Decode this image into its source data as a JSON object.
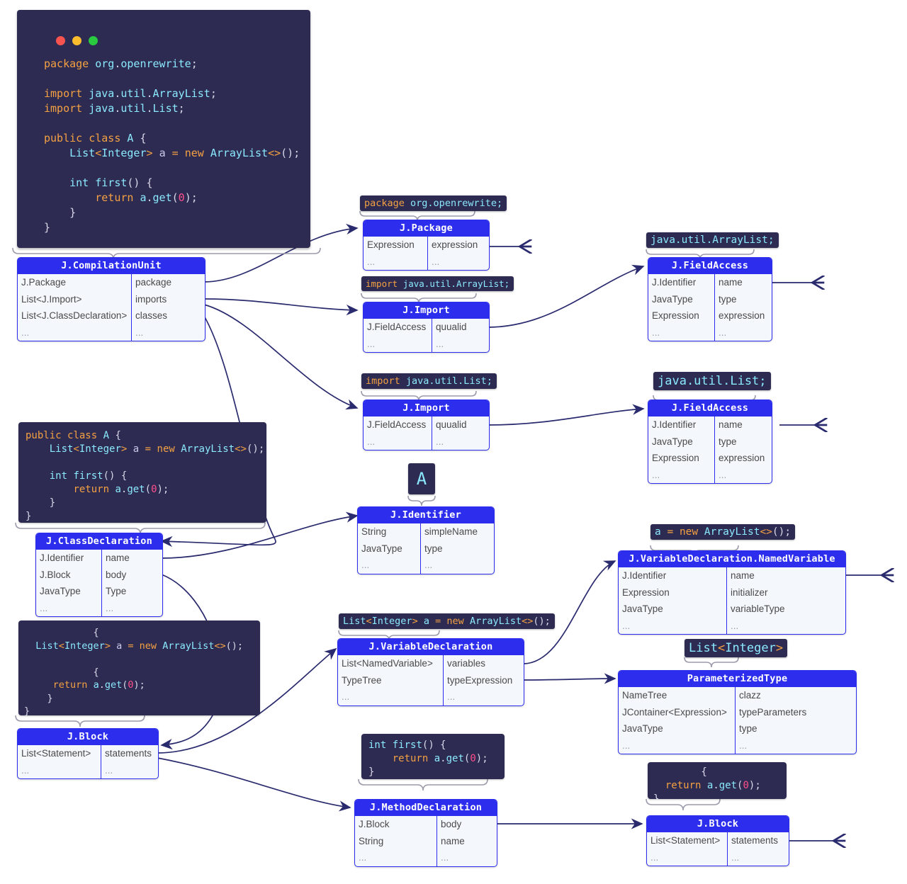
{
  "diagram": {
    "title": "OpenRewrite Java LST structure",
    "accent": "#2d2ded",
    "code_bg": "#2d2b52",
    "node_bg": "#f4f7fc",
    "edge_color": "#2a2a6e"
  },
  "main_code_window": {
    "window_controls": [
      "close-dot",
      "minimize-dot",
      "maximize-dot"
    ],
    "lines": [
      "package org.openrewrite;",
      "",
      "import java.util.ArrayList;",
      "import java.util.List;",
      "",
      "public class A {",
      "    List<Integer> a = new ArrayList<>();",
      "",
      "    int first() {",
      "        return a.get(0);",
      "    }",
      "}"
    ]
  },
  "class_code_window": {
    "lines": [
      "public class A {",
      "    List<Integer> a = new ArrayList<>();",
      "",
      "    int first() {",
      "        return a.get(0);",
      "    }",
      "}"
    ]
  },
  "block_code_window": {
    "lines": [
      "            {",
      "  List<Integer> a = new ArrayList<>();",
      "",
      "            {",
      "     return a.get(0);",
      "    }",
      "}"
    ]
  },
  "method_code_window": {
    "lines": [
      "int first() {",
      "    return a.get(0);",
      "}"
    ]
  },
  "method_block_code_window": {
    "lines": [
      "        {",
      "  return a.get(0);",
      "}"
    ]
  },
  "chips": {
    "package_stmt": "package org.openrewrite;",
    "import_arraylist_stmt": "import java.util.ArrayList;",
    "import_list_stmt": "import java.util.List;",
    "fqn_arraylist": "java.util.ArrayList;",
    "fqn_list": "java.util.List;",
    "identifier_a": "A",
    "assignment": "a = new ArrayList<>();",
    "variable_decl": "List<Integer> a = new ArrayList<>();",
    "parameterized_type": "List<Integer>"
  },
  "nodes": [
    {
      "id": "compilation-unit",
      "title": "J.CompilationUnit",
      "rows": [
        [
          "J.Package",
          "package"
        ],
        [
          "List<J.Import>",
          "imports"
        ],
        [
          "List<J.ClassDeclaration>",
          "classes"
        ],
        [
          "...",
          "..."
        ]
      ]
    },
    {
      "id": "package",
      "title": "J.Package",
      "rows": [
        [
          "Expression",
          "expression"
        ],
        [
          "...",
          "..."
        ]
      ]
    },
    {
      "id": "import-arraylist",
      "title": "J.Import",
      "rows": [
        [
          "J.FieldAccess",
          "quualid"
        ],
        [
          "...",
          "..."
        ]
      ]
    },
    {
      "id": "fieldaccess-arraylist",
      "title": "J.FieldAccess",
      "rows": [
        [
          "J.Identifier",
          "name"
        ],
        [
          "JavaType",
          "type"
        ],
        [
          "Expression",
          "expression"
        ],
        [
          "...",
          "..."
        ]
      ]
    },
    {
      "id": "import-list",
      "title": "J.Import",
      "rows": [
        [
          "J.FieldAccess",
          "quualid"
        ],
        [
          "...",
          "..."
        ]
      ]
    },
    {
      "id": "fieldaccess-list",
      "title": "J.FieldAccess",
      "rows": [
        [
          "J.Identifier",
          "name"
        ],
        [
          "JavaType",
          "type"
        ],
        [
          "Expression",
          "expression"
        ],
        [
          "...",
          "..."
        ]
      ]
    },
    {
      "id": "identifier",
      "title": "J.Identifier",
      "rows": [
        [
          "String",
          "simpleName"
        ],
        [
          "JavaType",
          "type"
        ],
        [
          "...",
          "..."
        ]
      ]
    },
    {
      "id": "class-declaration",
      "title": "J.ClassDeclaration",
      "rows": [
        [
          "J.Identifier",
          "name"
        ],
        [
          "J.Block",
          "body"
        ],
        [
          "JavaType",
          "Type"
        ],
        [
          "...",
          "..."
        ]
      ]
    },
    {
      "id": "named-variable",
      "title": "J.VariableDeclaration.NamedVariable",
      "rows": [
        [
          "J.Identifier",
          "name"
        ],
        [
          "Expression",
          "initializer"
        ],
        [
          "JavaType",
          "variableType"
        ],
        [
          "...",
          "..."
        ]
      ]
    },
    {
      "id": "variable-declaration",
      "title": "J.VariableDeclaration",
      "rows": [
        [
          "List<NamedVariable>",
          "variables"
        ],
        [
          "TypeTree",
          "typeExpression"
        ],
        [
          "...",
          "..."
        ]
      ]
    },
    {
      "id": "parameterized-type",
      "title": "ParameterizedType",
      "rows": [
        [
          "NameTree",
          "clazz"
        ],
        [
          "JContainer<Expression>",
          "typeParameters"
        ],
        [
          "JavaType",
          "type"
        ],
        [
          "...",
          "..."
        ]
      ]
    },
    {
      "id": "block-class",
      "title": "J.Block",
      "rows": [
        [
          "List<Statement>",
          "statements"
        ],
        [
          "...",
          "..."
        ]
      ]
    },
    {
      "id": "method-declaration",
      "title": "J.MethodDeclaration",
      "rows": [
        [
          "J.Block",
          "body"
        ],
        [
          "String",
          "name"
        ],
        [
          "...",
          "..."
        ]
      ]
    },
    {
      "id": "block-method",
      "title": "J.Block",
      "rows": [
        [
          "List<Statement>",
          "statements"
        ],
        [
          "...",
          "..."
        ]
      ]
    }
  ]
}
